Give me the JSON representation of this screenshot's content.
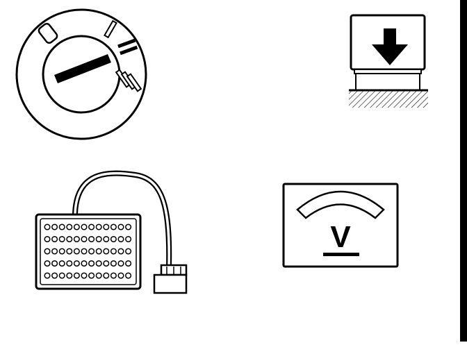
{
  "figure": {
    "icons": [
      {
        "name": "ignition-switch-icon",
        "positions": [
          "0",
          "I",
          "II",
          "III"
        ]
      },
      {
        "name": "press-down-icon"
      },
      {
        "name": "connector-tester-icon"
      },
      {
        "name": "voltmeter-icon",
        "symbol": "V"
      }
    ],
    "colors": {
      "background": "#ffffff",
      "ink": "#000000"
    }
  }
}
